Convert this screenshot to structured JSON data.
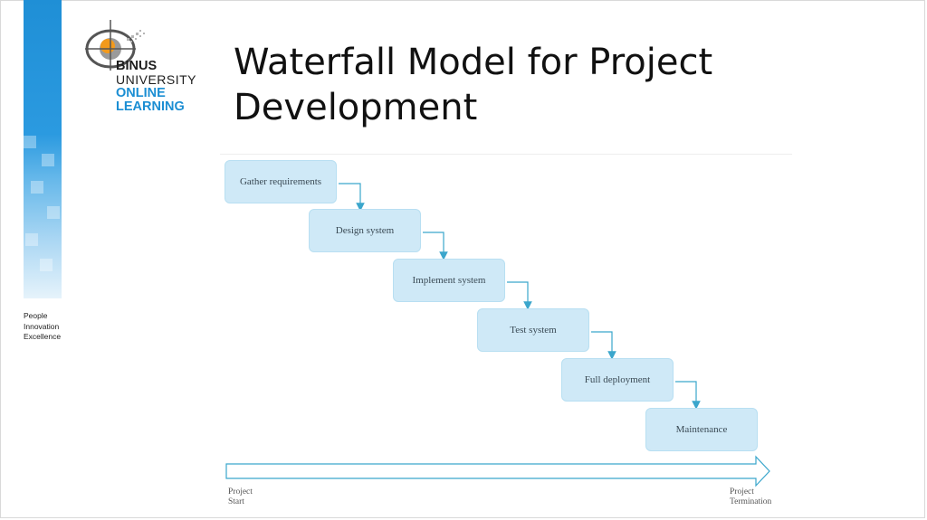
{
  "logo": {
    "line1": "BINUS",
    "line2": "UNIVERSITY",
    "line3": "ONLINE",
    "line4": "LEARNING",
    "brand_blue": "#1b8ed3",
    "brand_orange": "#f39a1c"
  },
  "tagline": [
    "People",
    "Innovation",
    "Excellence"
  ],
  "title": {
    "line1": "Waterfall Model for Project",
    "line2": "Development"
  },
  "diagram": {
    "steps": [
      "Gather requirements",
      "Design system",
      "Implement system",
      "Test system",
      "Full deployment",
      "Maintenance"
    ],
    "timeline_start": [
      "Project",
      "Start"
    ],
    "timeline_end": [
      "Project",
      "Termination"
    ],
    "box_color": "#cfe9f7",
    "arrow_color": "#3aa6cc"
  }
}
